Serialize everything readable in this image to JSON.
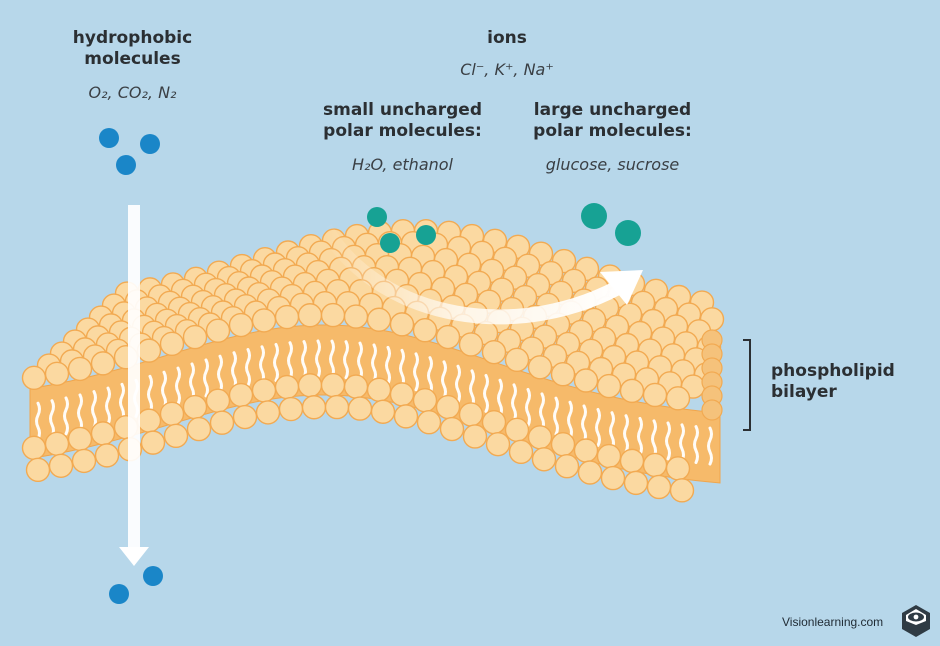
{
  "labels": {
    "hydrophobic": [
      "hydrophobic",
      "molecules"
    ],
    "hydrophobic_formula": "O₂, CO₂, N₂",
    "ions": "ions",
    "ions_formula": "Cl⁻, K⁺, Na⁺",
    "small_polar": [
      "small uncharged",
      "polar molecules:"
    ],
    "small_polar_formula": "H₂O, ethanol",
    "large_polar": [
      "large uncharged",
      "polar molecules:"
    ],
    "large_polar_formula": "glucose, sucrose",
    "bilayer": [
      "phospholipid",
      "bilayer"
    ]
  },
  "brand": {
    "text": "Visionlearning.com",
    "logo_icon": "vl-hex-eye-icon"
  },
  "colors": {
    "background": "#b7d7ea",
    "hydrophobic_molecule": "#1a86c8",
    "polar_molecule": "#17a294",
    "lipid_head": "#fbd9a1",
    "lipid_head_outline": "#f2aa52",
    "lipid_tail": "#ffffff",
    "arrow": "#ffffff"
  }
}
